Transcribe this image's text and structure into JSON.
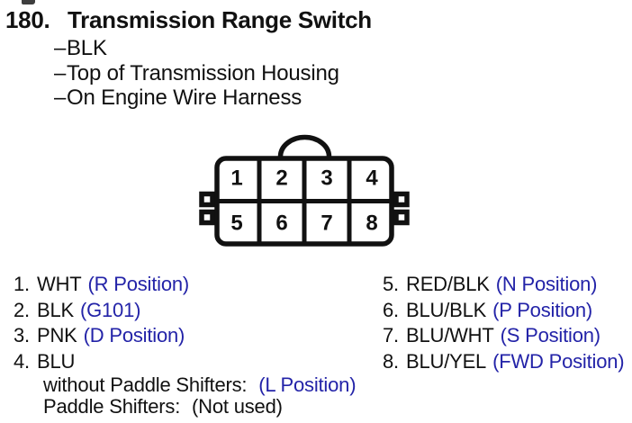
{
  "colors": {
    "accent_blue": "#2323a8",
    "text": "#111111",
    "background": "#ffffff"
  },
  "title": {
    "number": "180.",
    "text": "Transmission Range Switch"
  },
  "bullets": {
    "marker": "–",
    "items": [
      "BLK",
      "Top of Transmission Housing",
      "On Engine Wire Harness"
    ]
  },
  "connector": {
    "cells": [
      "1",
      "2",
      "3",
      "4",
      "5",
      "6",
      "7",
      "8"
    ]
  },
  "pins": {
    "left": [
      {
        "num": "1.",
        "wire": "WHT",
        "note": "(R Position)"
      },
      {
        "num": "2.",
        "wire": "BLK",
        "note": "(G101)"
      },
      {
        "num": "3.",
        "wire": "PNK",
        "note": "(D Position)"
      },
      {
        "num": "4.",
        "wire": "BLU",
        "note": ""
      }
    ],
    "left_sub": [
      {
        "label": "without Paddle Shifters:",
        "note": "(L Position)"
      },
      {
        "label": "Paddle Shifters:",
        "note": "(Not used)"
      }
    ],
    "right": [
      {
        "num": "5.",
        "wire": "RED/BLK",
        "note": "(N Position)"
      },
      {
        "num": "6.",
        "wire": "BLU/BLK",
        "note": "(P Position)"
      },
      {
        "num": "7.",
        "wire": "BLU/WHT",
        "note": "(S Position)"
      },
      {
        "num": "8.",
        "wire": "BLU/YEL",
        "note": "(FWD Position)"
      }
    ]
  }
}
